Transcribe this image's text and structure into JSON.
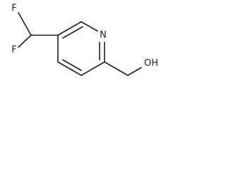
{
  "molecule": {
    "atoms": {
      "fluorine_top": "F",
      "fluorine_bottom": "F",
      "ring_nitrogen": "N",
      "hydroxyl": "OH"
    }
  }
}
